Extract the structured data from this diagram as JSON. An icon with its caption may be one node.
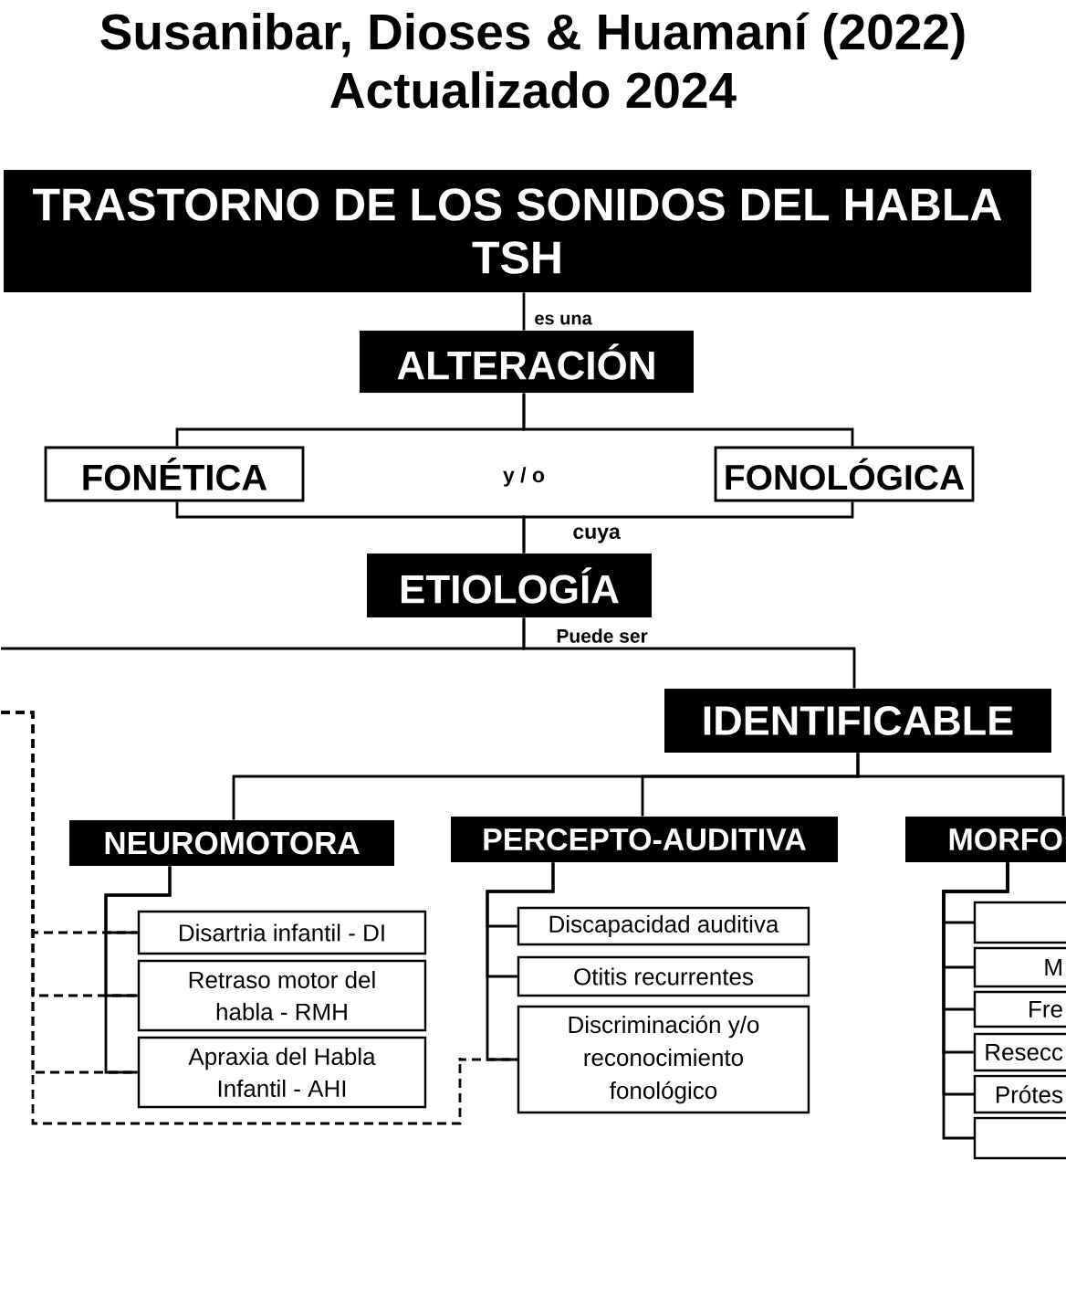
{
  "diagram": {
    "title": "Susanibar, Dioses & Huamaní (2022) Actualizado 2024",
    "nodes": [
      {
        "text": [
          "TRASTORNO DE LOS SONIDOS DEL HABLA TSH"
        ]
      },
      {
        "text": [
          "ALTERACIÓN"
        ]
      },
      {
        "text": [
          "FONÉTICA"
        ]
      },
      {
        "text": [
          "FONOLÓGICA"
        ]
      },
      {
        "text": [
          "ETIOLOGÍA"
        ]
      },
      {
        "text": [
          "IDENTIFICABLE"
        ]
      },
      {
        "text": [
          "NEUROMOTORA"
        ]
      },
      {
        "text": [
          "PERCEPTO-AUDITIVA"
        ]
      },
      {
        "text": [
          "MORFO"
        ]
      },
      {
        "text": [
          "Disartria infantil - DI"
        ]
      },
      {
        "text": [
          "Retraso motor del habla - RMH"
        ]
      },
      {
        "text": [
          "Apraxia del Habla Infantil - AHI"
        ]
      },
      {
        "text": [
          "Discapacidad auditiva"
        ]
      },
      {
        "text": [
          "Otitis recurrentes"
        ]
      },
      {
        "text": [
          "Discriminación y/o reconocimiento fonológico"
        ]
      },
      {
        "text": [],
        "shape": "box"
      },
      {
        "text": [
          "M"
        ]
      },
      {
        "text": [
          "Fre"
        ]
      },
      {
        "text": [
          "Resecc"
        ]
      },
      {
        "text": [
          "Prótes"
        ]
      },
      {
        "text": [],
        "shape": "box"
      }
    ],
    "edges": [
      {
        "from": 0,
        "to": 1,
        "arrow": "none",
        "label": "es una"
      },
      {
        "from": 1,
        "to": 2,
        "arrow": "none"
      },
      {
        "from": 1,
        "to": 3,
        "arrow": "none"
      },
      {
        "from": 2,
        "to": 4,
        "arrow": "none"
      },
      {
        "from": 3,
        "to": 4,
        "arrow": "none",
        "label": "cuya"
      },
      {
        "from": 4,
        "to": 5,
        "arrow": "none",
        "label": "Puede ser"
      },
      {
        "from": 4,
        "to": null,
        "arrow": "none"
      },
      {
        "from": 5,
        "to": 6,
        "arrow": "none"
      },
      {
        "from": 5,
        "to": 7,
        "arrow": "none"
      },
      {
        "from": 5,
        "to": 8,
        "arrow": "none"
      },
      {
        "from": 6,
        "to": 9,
        "arrow": "none"
      },
      {
        "from": 6,
        "to": 10,
        "arrow": "none"
      },
      {
        "from": 6,
        "to": 11,
        "arrow": "none"
      },
      {
        "from": 7,
        "to": 12,
        "arrow": "none"
      },
      {
        "from": 7,
        "to": 13,
        "arrow": "none"
      },
      {
        "from": 7,
        "to": 14,
        "arrow": "none"
      },
      {
        "from": 8,
        "to": 15,
        "arrow": "none"
      },
      {
        "from": 8,
        "to": 16,
        "arrow": "none"
      },
      {
        "from": 8,
        "to": 17,
        "arrow": "none"
      },
      {
        "from": 8,
        "to": 18,
        "arrow": "none"
      },
      {
        "from": 8,
        "to": 19,
        "arrow": "none"
      },
      {
        "from": 8,
        "to": 20,
        "arrow": "none"
      },
      {
        "from": null,
        "to": 9,
        "arrow": "none",
        "style": "dashed"
      },
      {
        "from": null,
        "to": 10,
        "arrow": "none",
        "style": "dashed"
      },
      {
        "from": null,
        "to": 11,
        "arrow": "none",
        "style": "dashed"
      },
      {
        "from": null,
        "to": 14,
        "arrow": "none",
        "style": "dashed"
      }
    ],
    "labels": [
      "y / o"
    ]
  }
}
